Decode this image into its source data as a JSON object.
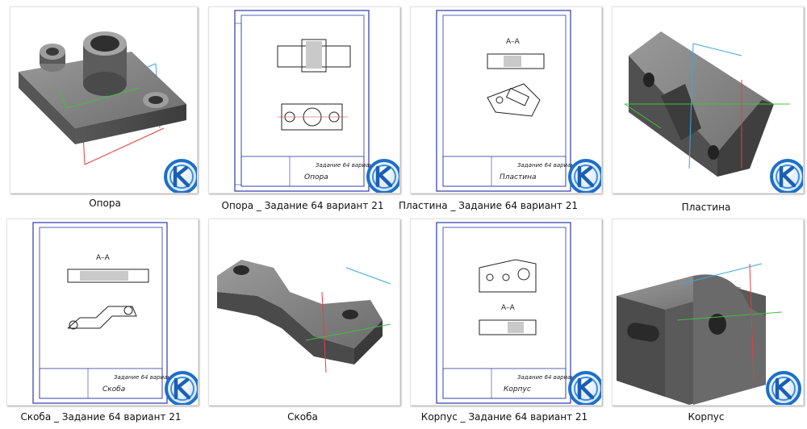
{
  "files": [
    {
      "name": "Опора",
      "kind": "model"
    },
    {
      "name": "Опора _ Задание 64 вариант 21",
      "kind": "drawing",
      "title_block": "Опора",
      "stamp": "Задание 64 вариант 21"
    },
    {
      "name": "Пластина _ Задание 64 вариант 21",
      "kind": "drawing",
      "title_block": "Пластина",
      "stamp": "Задание 64 вариант 21",
      "section": "А–А"
    },
    {
      "name": "Пластина",
      "kind": "model"
    },
    {
      "name": "Скоба _ Задание 64 вариант 21",
      "kind": "drawing",
      "title_block": "Скоба",
      "stamp": "Задание 64 вариант 21",
      "section": "А–А"
    },
    {
      "name": "Скоба",
      "kind": "model"
    },
    {
      "name": "Корпус _ Задание 64 вариант 21",
      "kind": "drawing",
      "title_block": "Корпус",
      "stamp": "Задание 64 вариант 21",
      "section": "А–А"
    },
    {
      "name": "Корпус",
      "kind": "model"
    }
  ],
  "badge_icon": "kompas-3d-icon",
  "colors": {
    "badge_ring": "#1e6fc8",
    "badge_bg": "#e9f3fb",
    "frame": "#2b3aa8",
    "model_gray": "#6b6b6b"
  }
}
